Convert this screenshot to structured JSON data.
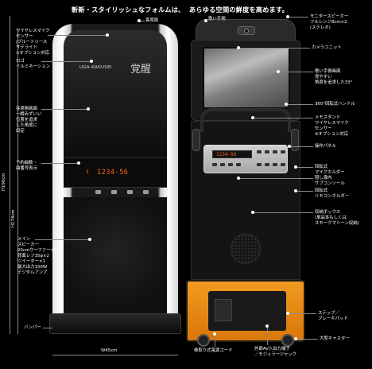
{
  "headings": {
    "left": "斬新・スタイリッシュなフォルムは、",
    "right": "あらゆる空間の鮮度を高めます。"
  },
  "left_unit": {
    "brand_text": "UGA-KAKUSEI",
    "brand_mark": "覚醒",
    "display_main": "1234-56",
    "display_small": "3",
    "labels": {
      "customer_screen": "客席面",
      "wireless_mic_sensor": "ワイヤレスマイク\nセンサー\n/ブルートゥース\nサテライト\n※オプション対応",
      "logo_illumination": "ロゴ\nイルミネーション",
      "customer_screen_detail": "客席側画面\n一瞬みずいい\n位置を追求\nした角度に\n設定",
      "reservation_display": "予約曲数・\n曲番号表示",
      "height_total": "H190cm",
      "height_body": "H174cm",
      "main_speaker": "メイン\nスピーカー\n20cmウーファー×1\n背面レフ35φ×2\nツイーター×1\n最大出力150W\nデジタルアンプ",
      "bumper": "バンパー",
      "width": "W45cm"
    }
  },
  "right_unit": {
    "panel_display": "1234-56",
    "labels": {
      "singer_screen": "歌い手側",
      "monitor_speaker": "モニタースピーカー\nフルレンジ8cm×2\n(ステレオ)",
      "camera_unit": "カメラユニット",
      "singer_screen_detail": "歌い手側画面\n見やすい\n角度を追求した33°",
      "handle": "360°回転式ハンドル",
      "memo_stand": "メモスタンド\nワイヤレスマイク\nセンサー\n※オプション対応",
      "control_panel": "操作パネル",
      "mic_holder": "回転式\nマイクホルダー",
      "sub_console": "隠し扉内\nサブコンソール",
      "remote_holder": "回転式\nリモコンホルダー",
      "storage_box": "収納ボックス\n(単品本もしくは\nスモークマシーン収納)",
      "step_brake": "ステップ／\nブレーキパッド",
      "power_cord": "巻取り式電源コード",
      "av_terminal": "外部AV入出力端子\n／モジュラージャック",
      "caster": "大型キャスター"
    }
  }
}
